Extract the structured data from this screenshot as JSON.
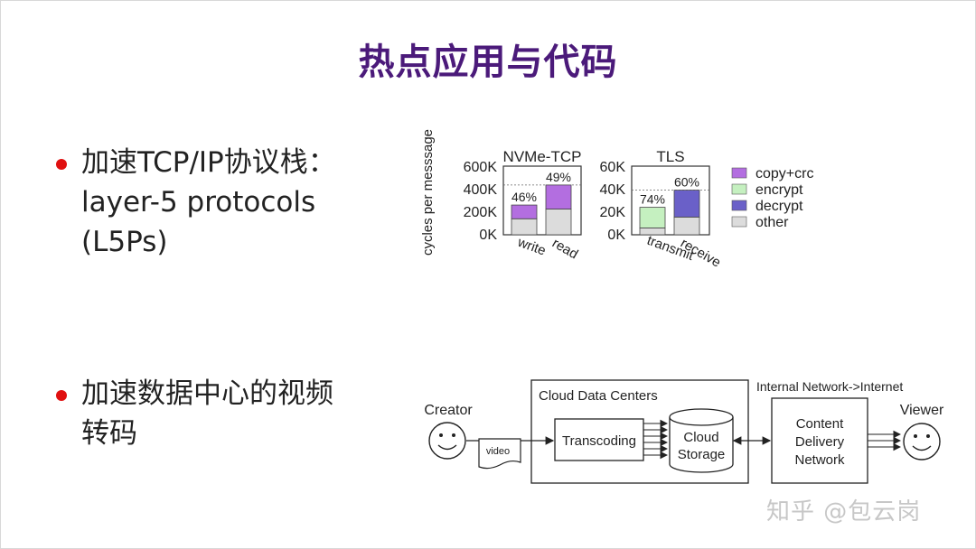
{
  "title": "热点应用与代码",
  "bullets": [
    {
      "text": "加速TCP/IP协议栈：layer-5 protocols (L5Ps)"
    },
    {
      "text": "加速数据中心的视频转码"
    }
  ],
  "chart_data": {
    "type": "bar",
    "ylabel": "cycles per messsage",
    "legend": [
      "copy+crc",
      "encrypt",
      "decrypt",
      "other"
    ],
    "colors": {
      "copy+crc": "#b36ee0",
      "encrypt": "#c5f0c0",
      "decrypt": "#6a60c8",
      "other": "#dcdcdc"
    },
    "panels": [
      {
        "title": "NVMe-TCP",
        "yticks": [
          "600K",
          "400K",
          "200K",
          "0K"
        ],
        "ylim": [
          0,
          600000
        ],
        "categories": [
          "write",
          "read"
        ],
        "series": [
          {
            "name": "other",
            "values": [
              140000,
              225000
            ]
          },
          {
            "name": "copy+crc",
            "values": [
              120000,
              210000
            ]
          }
        ],
        "labels": [
          "46%",
          "49%"
        ]
      },
      {
        "title": "TLS",
        "yticks": [
          "60K",
          "40K",
          "20K",
          "0K"
        ],
        "ylim": [
          0,
          60000
        ],
        "categories": [
          "transmit",
          "receive"
        ],
        "series": [
          {
            "name": "other",
            "values": [
              6000,
              15500
            ]
          },
          {
            "name": "encrypt",
            "values": [
              18000,
              0
            ]
          },
          {
            "name": "decrypt",
            "values": [
              0,
              23500
            ]
          }
        ],
        "labels": [
          "74%",
          "60%"
        ]
      }
    ]
  },
  "diagram": {
    "creator": "Creator",
    "video": "video",
    "cloud_data_centers": "Cloud Data Centers",
    "transcoding": "Transcoding",
    "cloud_storage_line1": "Cloud",
    "cloud_storage_line2": "Storage",
    "internal_network": "Internal Network->Internet",
    "cdn_line1": "Content",
    "cdn_line2": "Delivery",
    "cdn_line3": "Network",
    "viewer": "Viewer"
  },
  "watermark": "知乎 @包云岗"
}
